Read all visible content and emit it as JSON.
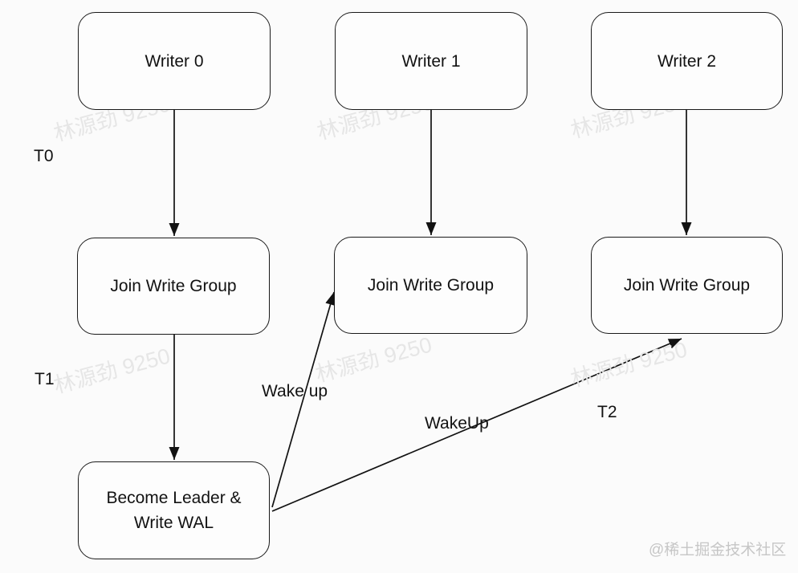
{
  "nodes": {
    "writer0": {
      "label": "Writer 0"
    },
    "writer1": {
      "label": "Writer 1"
    },
    "writer2": {
      "label": "Writer 2"
    },
    "join0": {
      "label": "Join Write Group"
    },
    "join1": {
      "label": "Join Write Group"
    },
    "join2": {
      "label": "Join Write Group"
    },
    "leader": {
      "line1": "Become Leader &",
      "line2": "Write WAL"
    }
  },
  "timeline": {
    "t0": "T0",
    "t1": "T1",
    "t2": "T2"
  },
  "edges": {
    "wake_up": "Wake up",
    "wake_up_2": "WakeUp"
  },
  "watermark": {
    "text": "林源劲 9250",
    "color": "#e6e6e6"
  },
  "credit": {
    "text": "@稀土掘金技术社区",
    "color": "#c6c6c6"
  },
  "colors": {
    "background": "#fbfbfb",
    "node_fill": "#fdfdfd",
    "node_border": "#1a1a1a",
    "arrow": "#121212",
    "text": "#121212"
  }
}
